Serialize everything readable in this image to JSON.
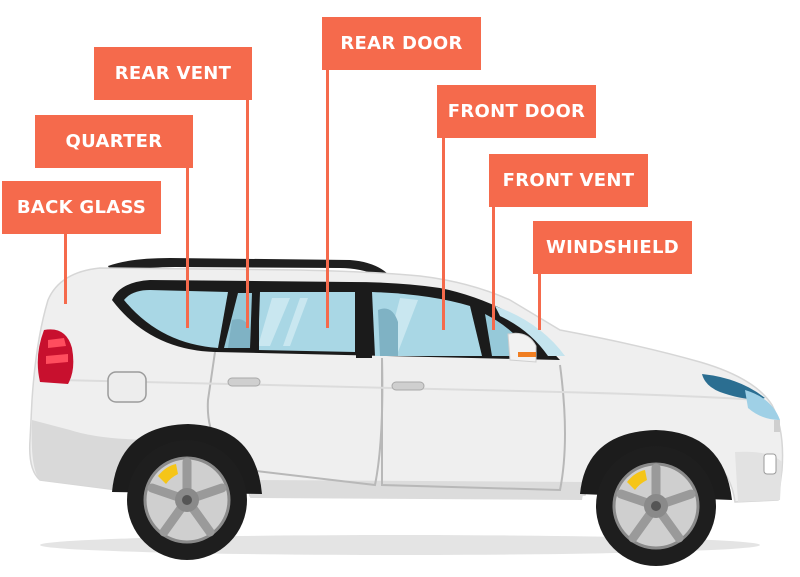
{
  "labels": {
    "back_glass": "BACK GLASS",
    "quarter": "QUARTER",
    "rear_vent": "REAR VENT",
    "rear_door": "REAR DOOR",
    "front_door": "FRONT DOOR",
    "front_vent": "FRONT VENT",
    "windshield": "WINDSHIELD"
  },
  "colors": {
    "label_background": "#f56a4c",
    "label_text": "#ffffff",
    "car_body": "#eeeeee",
    "glass": "#a9d7e5",
    "trim": "#1b1b1b"
  }
}
